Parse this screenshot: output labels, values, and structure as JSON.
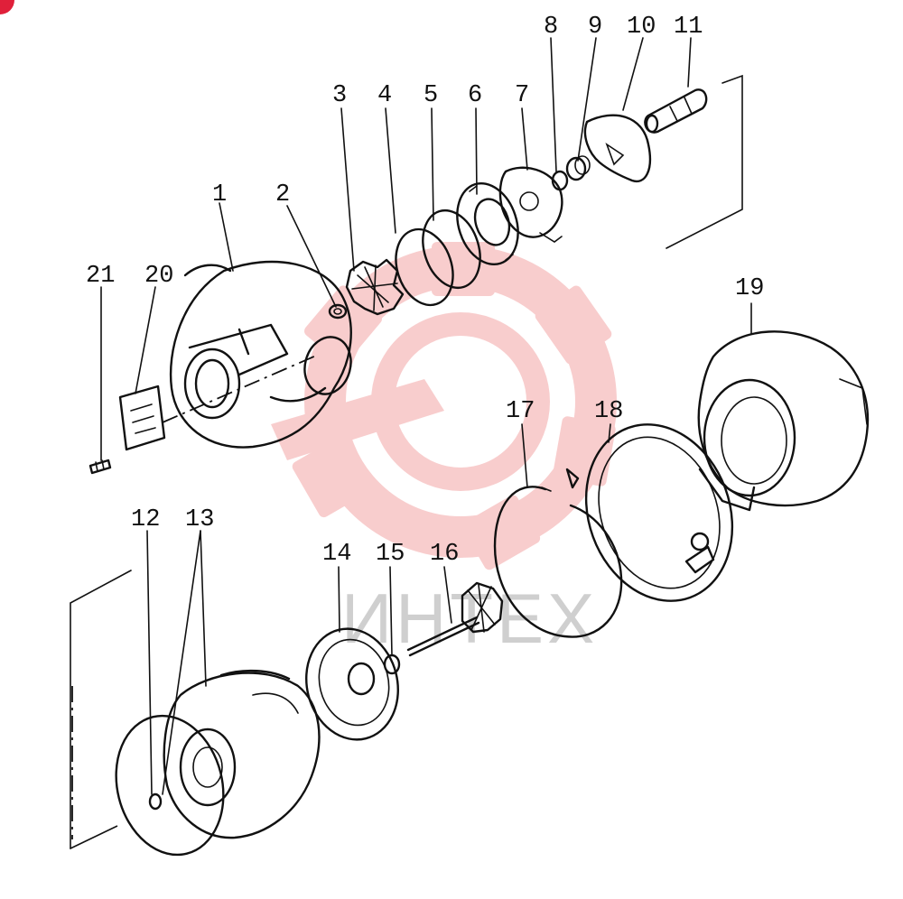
{
  "watermark": {
    "text": "ИНТЕХ",
    "color": "#f2a5a5",
    "icon": "gear-wrench-logo"
  },
  "corner_mark_color": "#e0203a",
  "callouts": [
    {
      "id": "1",
      "label": "1"
    },
    {
      "id": "2",
      "label": "2"
    },
    {
      "id": "3",
      "label": "3"
    },
    {
      "id": "4",
      "label": "4"
    },
    {
      "id": "5",
      "label": "5"
    },
    {
      "id": "6",
      "label": "6"
    },
    {
      "id": "7",
      "label": "7"
    },
    {
      "id": "8",
      "label": "8"
    },
    {
      "id": "9",
      "label": "9"
    },
    {
      "id": "10",
      "label": "10"
    },
    {
      "id": "11",
      "label": "11"
    },
    {
      "id": "12",
      "label": "12"
    },
    {
      "id": "13",
      "label": "13"
    },
    {
      "id": "14",
      "label": "14"
    },
    {
      "id": "15",
      "label": "15"
    },
    {
      "id": "16",
      "label": "16"
    },
    {
      "id": "17",
      "label": "17"
    },
    {
      "id": "18",
      "label": "18"
    },
    {
      "id": "19",
      "label": "19"
    },
    {
      "id": "20",
      "label": "20"
    },
    {
      "id": "21",
      "label": "21"
    }
  ]
}
